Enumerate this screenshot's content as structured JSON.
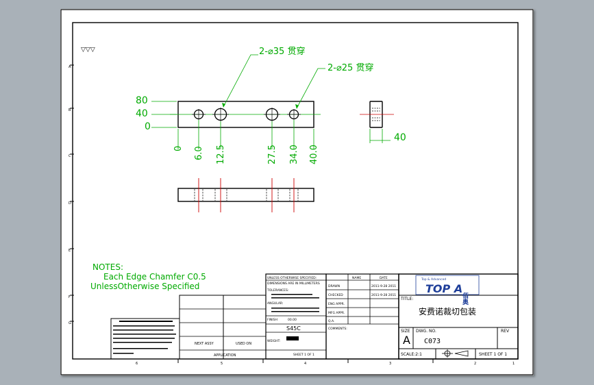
{
  "surface_symbol": "▽▽▽",
  "callouts": {
    "hole_large": "2-⌀35 贯穿",
    "hole_small": "2-⌀25 贯穿"
  },
  "dims": {
    "y_80": "80",
    "y_40": "40",
    "y_0": "0",
    "x_0": "0",
    "x_60": "6.0",
    "x_125": "12.5",
    "x_275": "27.5",
    "x_340": "34.0",
    "x_400": "40.0",
    "thickness": "40"
  },
  "notes": {
    "title": "NOTES:",
    "line1": "Each Edge Chamfer C0.5",
    "line2": "UnlessOtherwise Specified"
  },
  "title_block": {
    "logo_text": "TOP A",
    "logo_small": "Top & Advanced",
    "logo_cn": "佰奥",
    "title_label": "TITLE:",
    "title_value": "安费诺裁切包装",
    "size_label": "SIZE",
    "size_value": "A",
    "dwg_label": "DWG. NO.",
    "dwg_value": "C073",
    "rev_label": "REV",
    "scale_label": "SCALE:2:1",
    "sheet_label": "SHEET 1 OF 1",
    "material": "S45C",
    "drawn": "DRAWN",
    "checked": "CHECKED",
    "eng_appr": "ENG APPR.",
    "mfg_appr": "MFG APPR.",
    "qa": "Q.A.",
    "name_col": "NAME",
    "date_col": "DATE",
    "date1": "2011-9-28 2011",
    "date2": "2011-9-28 2011",
    "application": "APPLICATION",
    "next_assy": "NEXT ASSY",
    "used_on": "USED ON",
    "unless": "UNLESS OTHERWISE SPECIFIED:",
    "dims_in": "DIMENSIONS ARE IN MILLIMETERS",
    "tolerances": "TOLERANCES:",
    "angular": "ANGULAR:",
    "finish": "FINISH",
    "weight": "WEIGHT:",
    "scale_small": "00.00",
    "sheet_small": "SHEET 1 OF 1",
    "comments": "COMMENTS:"
  },
  "zones": {
    "left": [
      "A",
      "B",
      "C",
      "D",
      "E",
      "F",
      "G"
    ],
    "bottom": [
      "6",
      "5",
      "4",
      "3",
      "2",
      "1"
    ]
  }
}
